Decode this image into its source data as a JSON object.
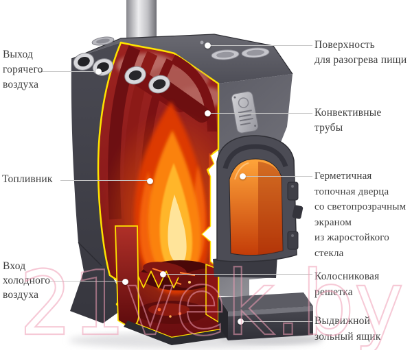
{
  "diagram": {
    "subject": "wood-burning-stove-cutaway",
    "callouts": {
      "hot_air": {
        "lines": [
          "Выход",
          "горячего",
          "воздуха"
        ]
      },
      "surface": {
        "lines": [
          "Поверхность",
          "для разогрева пищи"
        ]
      },
      "tubes": {
        "lines": [
          "Конвективные",
          "трубы"
        ]
      },
      "firebox": {
        "lines": [
          "Топливник"
        ]
      },
      "door": {
        "lines": [
          "Герметичная",
          "топочная дверца",
          "со светопрозрачным",
          "экраном",
          "из жаростойкого",
          "стекла"
        ]
      },
      "cold_air": {
        "lines": [
          "Вход",
          "холодного",
          "воздуха"
        ]
      },
      "grate": {
        "lines": [
          "Колосниковая",
          "решетка"
        ]
      },
      "ash_box": {
        "lines": [
          "Выдвижной",
          "зольный ящик"
        ]
      }
    }
  },
  "watermark": {
    "text": "21vek.by",
    "color": "#f09db5"
  },
  "colors": {
    "cutaway_outline": "#ffe400",
    "body_gray": "#50505a",
    "interior_red": "#8c1b1b",
    "flame_orange": "#fb820e",
    "label_text": "#3d3d3d",
    "leader_line": "#c6c6c6"
  }
}
